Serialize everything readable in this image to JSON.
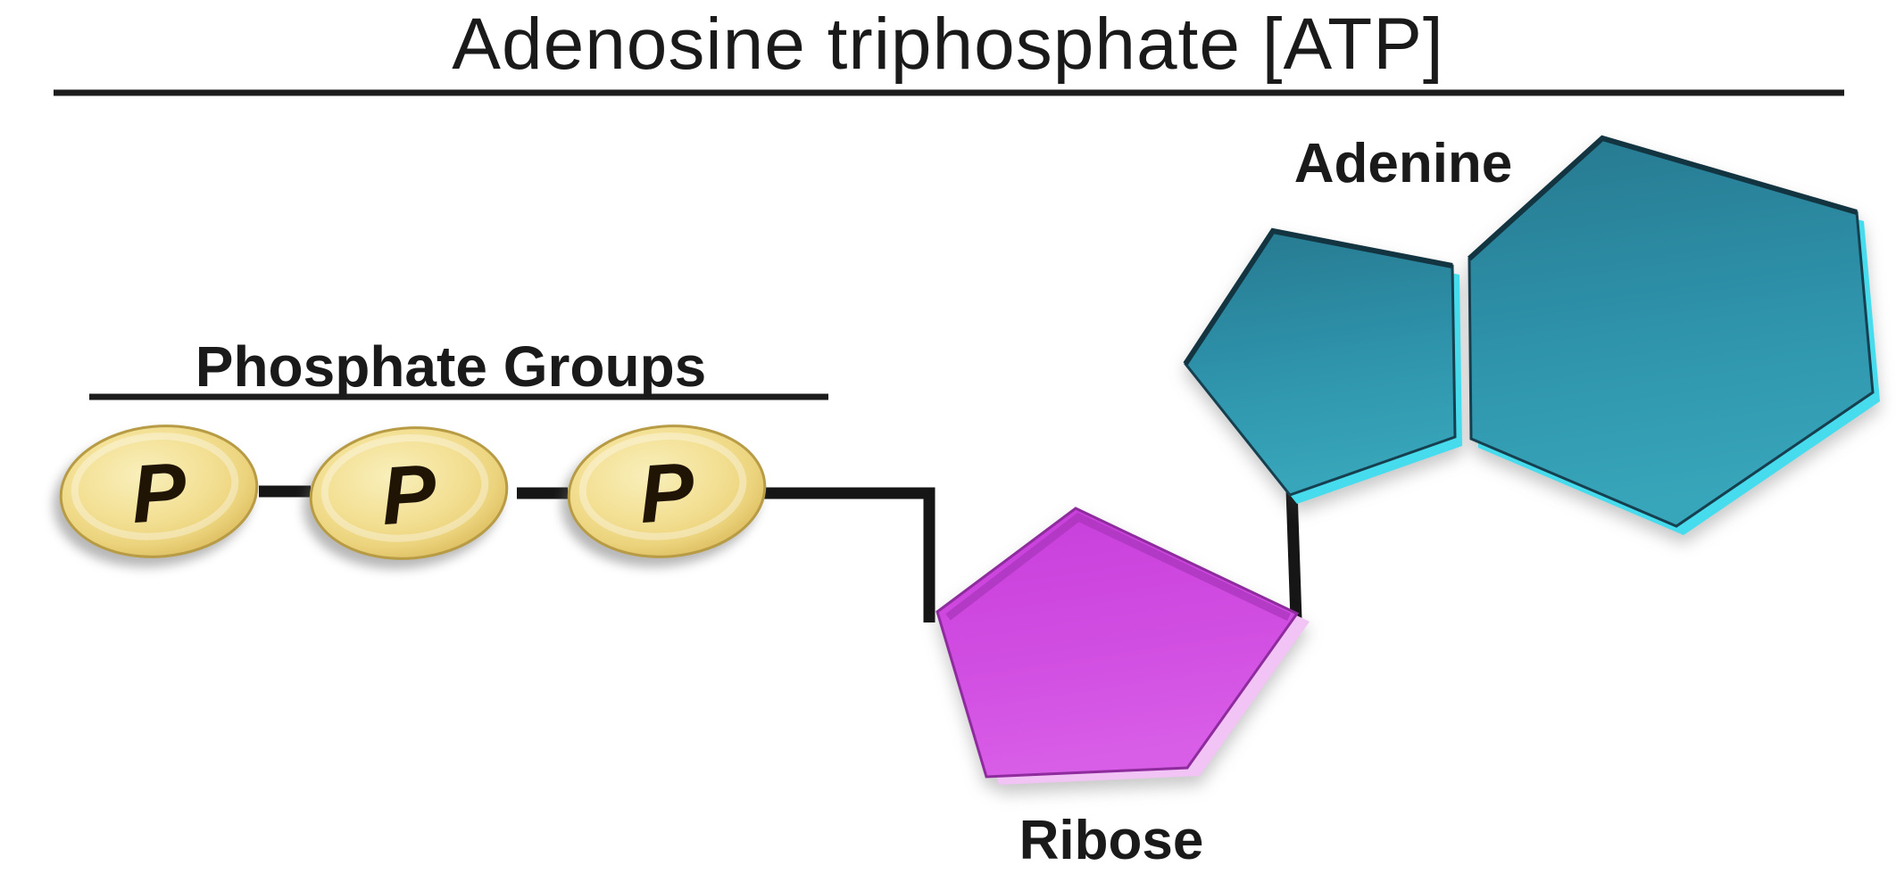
{
  "title": "Adenosine triphosphate [ATP]",
  "sections": {
    "phosphate": {
      "label": "Phosphate Groups",
      "units": [
        {
          "symbol": "P"
        },
        {
          "symbol": "P"
        },
        {
          "symbol": "P"
        }
      ]
    },
    "ribose": {
      "label": "Ribose"
    },
    "adenine": {
      "label": "Adenine"
    }
  },
  "colors": {
    "phosphate_gold": "#ecd47e",
    "ribose_magenta": "#d14ee2",
    "ribose_bevel_pink": "#f2c3f5",
    "adenine_teal": "#2e93ab",
    "adenine_bevel_cyan": "#46dcee",
    "bond_black": "#161616",
    "text_black": "#1a1a1a",
    "background": "#ffffff"
  }
}
